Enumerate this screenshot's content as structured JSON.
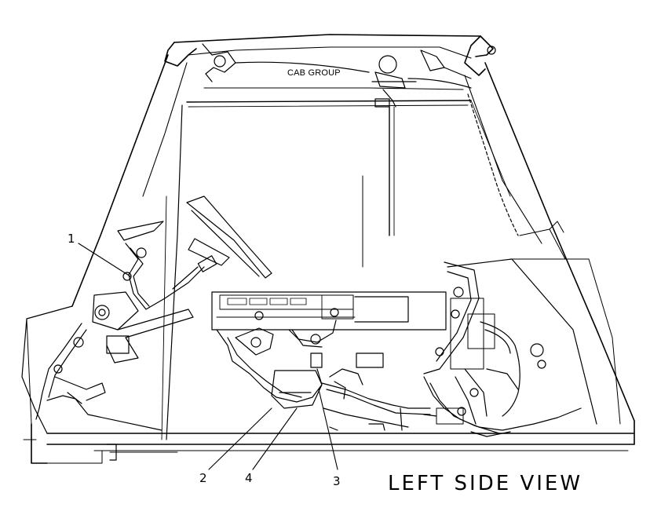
{
  "diagram": {
    "header_label": "CAB GROUP",
    "view_label": "LEFT SIDE VIEW",
    "callouts": [
      {
        "id": "1",
        "text": "1"
      },
      {
        "id": "2",
        "text": "2"
      },
      {
        "id": "4",
        "text": "4"
      },
      {
        "id": "3",
        "text": "3"
      }
    ],
    "colors": {
      "ink": "#000000",
      "paper": "#ffffff"
    }
  }
}
